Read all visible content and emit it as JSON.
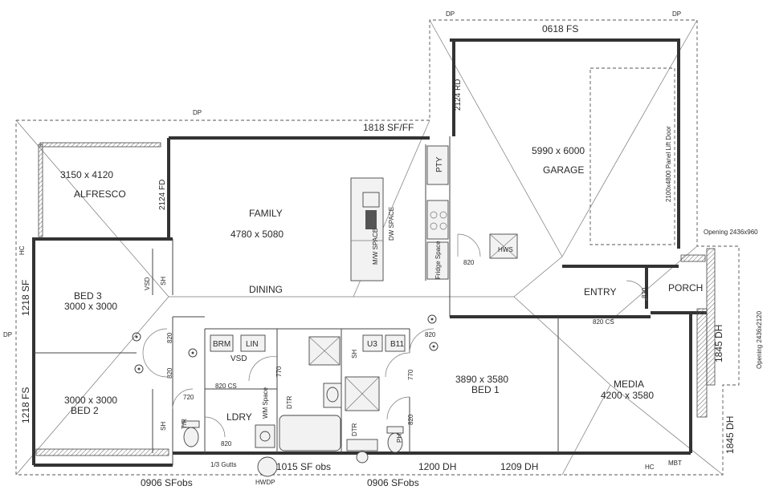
{
  "rooms": {
    "alfresco": {
      "name": "ALFRESCO",
      "size": "3150 x 4120"
    },
    "family": {
      "name": "FAMILY",
      "size": "4780 x 5080"
    },
    "dining": {
      "name": "DINING"
    },
    "garage": {
      "name": "GARAGE",
      "size": "5990 x 6000"
    },
    "bed3": {
      "name": "BED 3",
      "size": "3000 x 3000"
    },
    "bed2": {
      "name": "BED 2",
      "size": "3000 x 3000"
    },
    "bed1": {
      "name": "BED 1",
      "size": "3890 x 3580"
    },
    "media": {
      "name": "MEDIA",
      "size": "4200 x 3580"
    },
    "entry": {
      "name": "ENTRY"
    },
    "porch": {
      "name": "PORCH"
    },
    "laundry": {
      "name": "LDRY"
    }
  },
  "windows": {
    "top_garage": "0618 FS",
    "top_family": "1818 SF/FF",
    "left_upper": "1218 SF",
    "left_lower": "1218 FS",
    "bottom_left": "0906 SFobs",
    "bottom_mid_left": "1015 SF obs",
    "bottom_mid": "0906 SFobs",
    "bottom_dh_1": "1200 DH",
    "bottom_dh_2": "1209 DH",
    "right_dh_upper": "1845 DH",
    "right_dh_lower": "1845 DH",
    "alfresco_fd": "2124 FD",
    "garage_rd": "2124 RD",
    "panel_door": "2100x4800 Panel Lift Door",
    "opening_1": "Opening 2436x960",
    "opening_2": "Opening 2436x2120"
  },
  "labels": {
    "pty": "PTY",
    "fridge": "Fridge Space",
    "dw": "DW SPACE",
    "mw": "M/W SPACE",
    "brm": "BRM",
    "lin": "LIN",
    "vsd": "VSD",
    "sh": "SH",
    "u3": "U3",
    "b11": "B11",
    "dtr": "DTR",
    "wm": "WM Space",
    "tr": "T/R",
    "ph": "PH",
    "hc": "HC",
    "mbt": "MBT",
    "dp": "DP",
    "hwdp": "HWDP",
    "cs_820": "820 CS",
    "cs_820b": "820 CS",
    "gutter": "1/3 Gutts",
    "hws": "HWS",
    "d820": "820",
    "d720": "720",
    "d770": "770"
  }
}
